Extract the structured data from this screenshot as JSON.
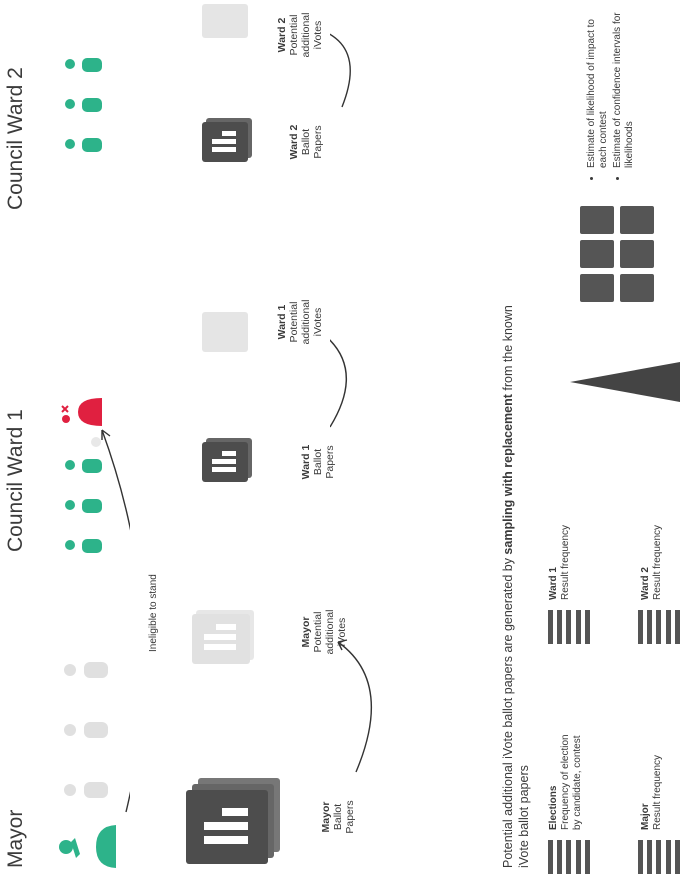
{
  "sections": {
    "mayor": "Mayor",
    "ward1": "Council Ward 1",
    "ward2": "Council Ward 2"
  },
  "ineligible_label": "Ineligible to stand",
  "ballots": [
    {
      "line1": "Mayor",
      "line2": "Ballot",
      "line3": "Papers"
    },
    {
      "line1": "Ward 1",
      "line2": "Ballot",
      "line3": "Papers"
    },
    {
      "line1": "Ward 2",
      "line2": "Ballot",
      "line3": "Papers"
    }
  ],
  "potential": [
    {
      "line1": "Mayor",
      "line2": "Potential",
      "line3": "additional",
      "line4": "iVotes"
    },
    {
      "line1": "Ward 1",
      "line2": "Potential",
      "line3": "additional",
      "line4": "iVotes"
    },
    {
      "line1": "Ward 2",
      "line2": "Potential",
      "line3": "additional",
      "line4": "iVotes"
    }
  ],
  "caption": {
    "part1": "Potential additional iVote ballot papers are generated by",
    "bold": "sampling with replacement",
    "part2": "from the known",
    "line2": "iVote ballot papers"
  },
  "frequency_tables": {
    "elections": {
      "title": "Elections",
      "line2": "Frequency of election",
      "line3": "by candidate, contest"
    },
    "major": {
      "title": "Major",
      "line2": "Result frequency"
    },
    "ward1": {
      "title": "Ward 1",
      "line2": "Result frequency"
    },
    "ward2": {
      "title": "Ward 2",
      "line2": "Result frequency"
    }
  },
  "estimates": [
    "Estimate of likelihood of impact to each contest",
    "Estimate of confidence intervals for likelihoods"
  ],
  "colors": {
    "candidate": "#2db38a",
    "ineligible": "#e02040",
    "dark": "#555555",
    "faded": "#cfcfcf"
  }
}
